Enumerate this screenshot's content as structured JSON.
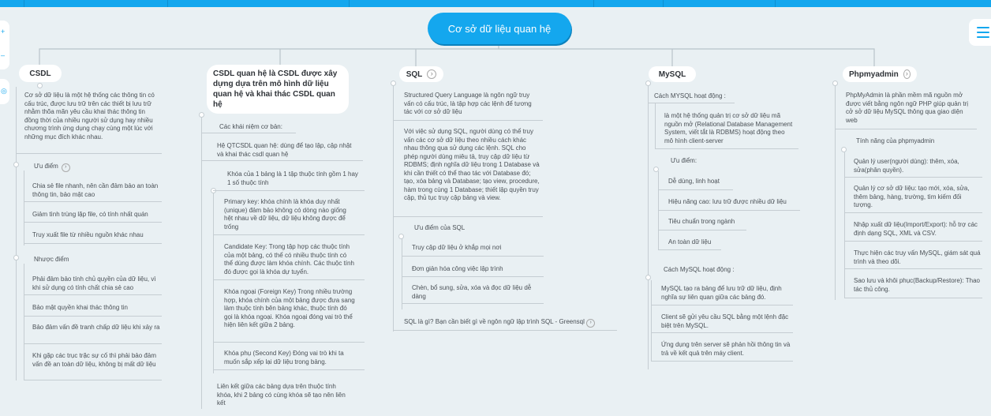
{
  "root": {
    "title": "Cơ sở dữ liệu quan hệ"
  },
  "branches": [
    {
      "id": "csdl",
      "title": "CSDL"
    },
    {
      "id": "qh",
      "title": "CSDL quan hệ là CSDL được xây dựng dựa trên mô hình dữ liệu quan hệ và khai thác CSDL quan hệ"
    },
    {
      "id": "sql",
      "title": "SQL"
    },
    {
      "id": "mysql",
      "title": "MySQL"
    },
    {
      "id": "pma",
      "title": "Phpmyadmin"
    }
  ],
  "csdl": {
    "desc": "Cơ sở dữ liệu là một hệ thống các thông tin có cấu trúc, được lưu trữ trên các thiết bị lưu trữ nhằm thõa mãn yêu cầu khai thác thông tin đồng thời của nhiều người sử dụng hay nhiều chương trình ứng dụng chạy cùng một lúc với những mục đích khác nhau.",
    "adv_label": "Ưu điểm",
    "adv": [
      "Chia sẻ file nhanh, nên cần đảm bảo an toàn thông tin, bảo mật cao",
      "Giảm tình trùng lặp file, có tính nhất quán",
      "Truy xuất file từ nhiều nguồn khác nhau"
    ],
    "dis_label": "Nhược điểm",
    "dis": [
      "Phải đảm bảo tính chủ quyền của dữ liệu, vì khi sử dụng có tính chất chia sẻ cao",
      "Bảo mật quyền khai thác thông tin",
      "Bảo đảm vấn đề tranh chấp dữ liệu khi xảy ra",
      "Khi gặp các trục trặc sự cố thì phải bảo đảm vấn đề an toàn dữ liệu, không bị mất dữ liệu"
    ]
  },
  "qh": {
    "concepts_label": "Các khái niệm cơ bản:",
    "items": [
      "Hệ QTCSDL quan hệ: dùng để tạo lập, cập nhật và khai thác csdl quan hệ",
      "Khóa của 1 bảng là 1 tập thuộc tính gồm 1 hay 1 số thuộc tính",
      "Primary key: khóa chính là khóa duy nhất (unique) đảm bảo không có dòng nào giống hệt nhau về dữ liệu, dữ liệu không được để trống",
      "Candidate Key: Trong tập hợp các thuộc tính của một bảng, có thể có nhiều thuộc tính có thể dùng được làm khóa chính. Các thuộc tính đó được gọi là khóa dự tuyển.",
      "Khóa ngoại (Foreign Key) Trong nhiều trường hợp, khóa chính của một bảng được đưa sang làm thuộc tính bên bảng khác, thuộc tính đó gọi là khóa ngoại. Khóa ngoại đóng vai trò thể hiện liên kết giữa 2 bảng.",
      "Khóa phụ (Second Key) Đóng vai trò khi ta muốn sắp xếp lại dữ liệu trong bảng.",
      "Liên kết giữa các bảng dựa trên thuộc tính khóa, khi 2 bảng có cùng khóa sẽ tạo nên liên kết"
    ]
  },
  "sql": {
    "desc1": "Structured Query Language là ngôn ngữ truy vấn có cấu trúc, là tập hợp các lệnh để tương tác với cơ sở dữ liệu",
    "desc2": "Với việc sử dụng SQL, người dùng có thể truy vấn các cơ sở dữ liệu theo nhiều cách khác nhau thông qua sử dụng các lệnh. SQL cho phép người dùng miêu tả, truy cập dữ liệu từ RDBMS; định nghĩa dữ liệu trong 1 Database và khi cần thiết có thể thao tác với Database đó; tạo, xóa bảng và Database; tạo view, procedure, hàm trong cùng 1 Database; thiết lập quyền truy cập, thủ tục truy cập bảng và view.",
    "adv_label": "Ưu điểm của SQL",
    "adv": [
      "Truy cập dữ liệu ở khắp mọi nơi",
      "Đơn giản hóa công việc lập trình",
      "Chèn, bổ sung, sửa, xóa và đọc dữ liệu dễ dàng"
    ],
    "link": "SQL là gì? Bạn cần biết gì về ngôn ngữ lập trình SQL - Greensql"
  },
  "mysql": {
    "how_label": "Cách MYSQL hoạt động :",
    "how_desc": "là một hệ thống quản trị cơ sở dữ liệu mã nguồn mở (Relational Database Management System, viết tắt là RDBMS) hoạt động theo mô hình client-server",
    "adv_label": "Ưu điểm:",
    "adv": [
      "Dễ dùng, linh hoạt",
      "Hiệu năng cao: lưu trữ được nhiều dữ liệu",
      "Tiêu chuẩn trong ngành",
      "An toàn dữ liệu"
    ],
    "how2_label": "Cách MySQL hoạt động :",
    "how2": [
      "MySQL tạo ra bảng để lưu trữ dữ liệu, định nghĩa sự liên quan giữa các bảng đó.",
      "Client sẽ gửi yêu cầu SQL bằng một lệnh đặc biệt trên MySQL.",
      "Ứng dụng trên server sẽ phản hồi thông tin và trả về kết quả trên máy client."
    ]
  },
  "pma": {
    "desc": "PhpMyAdmin là phần mềm mã nguồn mở được viết bằng ngôn ngữ PHP giúp quản trị cở sở dữ liệu MySQL thông qua giao diện web",
    "feat_label": "Tính năng của phpmyadmin",
    "feat": [
      "Quản lý user(người dùng): thêm, xóa, sửa(phân quyền).",
      "Quản lý cơ sở dữ liệu: tạo mới, xóa, sửa, thêm bảng, hàng, trường, tìm kiếm đối tượng.",
      "Nhập xuất dữ liệu(Import/Export): hỗ trợ các định dạng SQL, XML và CSV.",
      "Thực hiện các truy vấn MySQL, giám sát quá trình và theo dõi.",
      "Sao lưu và khôi phục(Backup/Restore): Thao tác thủ công."
    ]
  }
}
